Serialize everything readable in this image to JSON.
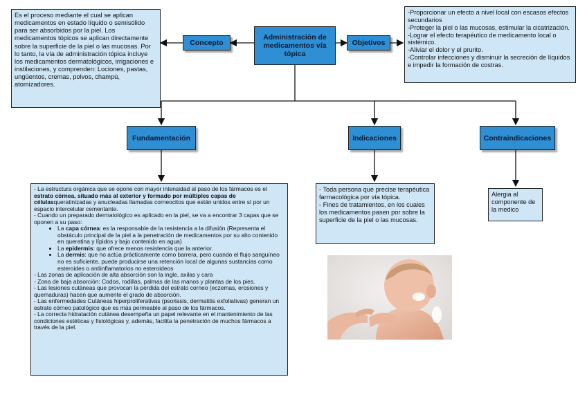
{
  "center_title": "Administración de medicamentos vía tópica",
  "concepto": {
    "label": "Concepto",
    "text": "Es el proceso mediante el cual se aplican medicamentos en estado líquido o semisólido para ser absorbidos por la piel. Los medicamentos tópicos se aplican directamente sobre la superficie de la piel o las mucosas. Por lo tanto, la vía de administración tópica incluye los medicamentos dermatológicos, irrigaciones e instilaciones, y comprenden: Lociones, pastas, ungüentos, cremas, polvos, champú, atomizadores."
  },
  "objetivos": {
    "label": "Objetivos",
    "lines": [
      "-Proporcionar un efecto a nivel local con escasos efectos secundarios",
      "-Proteger la piel o las mucosas, estimular la cicatrización.",
      "-Lograr el efecto terapéutico de medicamento local o sistémico.",
      "-Aliviar el dolor y el prurito.",
      "-Controlar infecciones y disminuir la secreción de líquidos e impedir la formación de costras."
    ]
  },
  "fundamentacion": {
    "label": "Fundamentación",
    "p1_a": "- La estructura orgánica que se opone con mayor intensidad al paso de los fármacos es el",
    "p1_b": "estrato córnea, situado más al exterior y formado por múltiples capas de células",
    "p1_c": "queratinizadas y anucleadas llamadas corneocitos que están unidos entre sí por un espacio intercelular cementante.",
    "p2": "- Cuando un preparado dermatológico es aplicado en la piel, se va a encontrar 3 capas que se oponen a su paso:",
    "bullets": [
      {
        "pre": "La ",
        "bold": "capa córnea",
        "post": ": es la responsable de la resistencia a la difusión (Representa el obstáculo principal de la piel a la penetración de medicamentos por su alto contenido en queratina y lípidos y bajo contenido en agua)"
      },
      {
        "pre": "La ",
        "bold": "epidermis",
        "post": ": que ofrece menos resistencia que la anterior."
      },
      {
        "pre": "La ",
        "bold": "dermis",
        "post": ": que no actúa prácticamente como barrera, pero cuando el flujo sanguíneo no es suficiente, puede producirse una retención local de algunas sustancias como esteroides o antiinflamatorios no esteroideos"
      }
    ],
    "tail": [
      "- Las zonas de aplicación de alta absorción son la ingle, axilas y cara",
      "- Zona de baja absorción: Codos, rodillas, palmas de las manos y plantas de los pies.",
      "- Las lesiones cutáneas que provocan la pérdida del estrato corneo (eczemas, erosiones y quemaduras) hacen que aumente el grado de absorción.",
      "- Las enfermedades Cutáneas hiperproliferativas (psoriasis, dermatitis exfoliativas) generan un estrato córneo patológico que es más permeable al paso de los fármacos.",
      "- La correcta hidratación cutánea desempeña un papel relevante en el mantenimiento de las condiciones estéticas y fisiológicas y, además, facilita la penetración de muchos fármacos a través de la piel."
    ]
  },
  "indicaciones": {
    "label": "Indicaciones",
    "lines": [
      "- Toda persona que precise terapéutica farmacológica por vía tópica.",
      "- Fines de tratamientos, en los cuales los medicamentos pasen por sobre la superficie de la piel o las mucosas."
    ]
  },
  "contraindicaciones": {
    "label": "Contraindicaciones",
    "text": "Alergia al componente de la medico"
  },
  "colors": {
    "dark_box": "#2f8fd4",
    "light_box": "#cfe6f6",
    "line": "#111111"
  },
  "image": "baby-applying-cream-photo"
}
